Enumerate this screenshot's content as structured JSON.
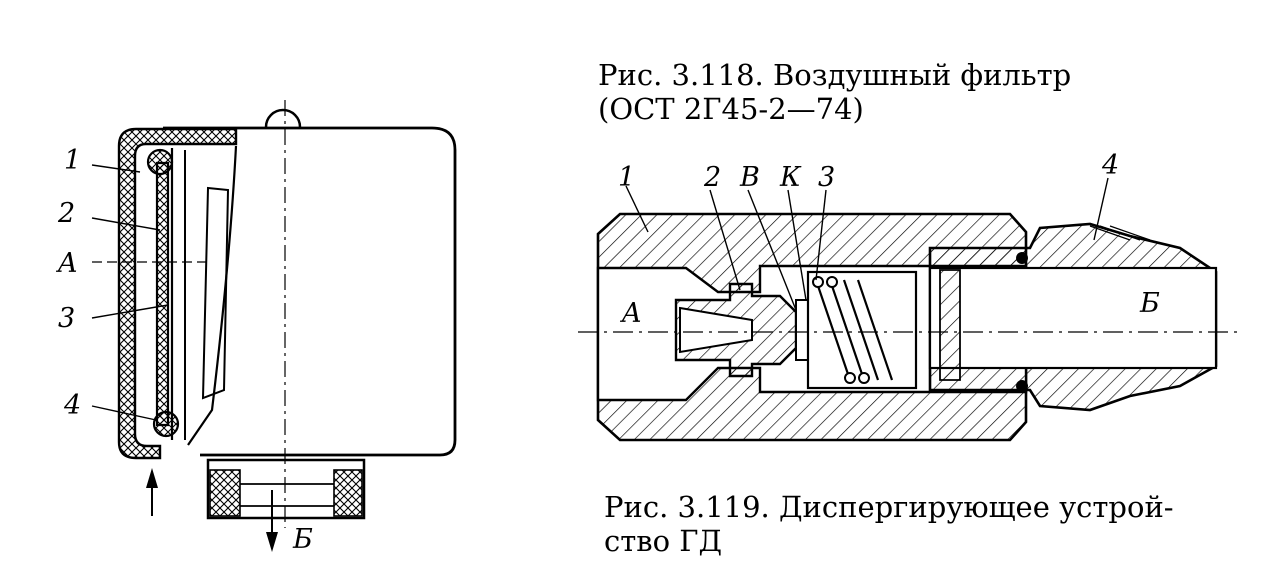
{
  "figure_3_118": {
    "caption_line1": "Рис.    3.118.    Воздушный    фильтр",
    "caption_line2": "(ОСТ  2Г45-2—74)",
    "labels": {
      "part_1": "1",
      "part_2": "2",
      "cavity_a": "A",
      "part_3": "3",
      "part_4": "4",
      "outlet_b": "Б"
    }
  },
  "figure_3_119": {
    "caption_line1": "Рис. 3.119. Диспергирующее устрой-",
    "caption_line2": "ство ГД",
    "labels": {
      "part_1": "1",
      "part_2": "2",
      "chamber_v": "В",
      "channel_k": "К",
      "part_3": "3",
      "part_4": "4",
      "inlet_a": "A",
      "outlet_b": "Б"
    }
  }
}
